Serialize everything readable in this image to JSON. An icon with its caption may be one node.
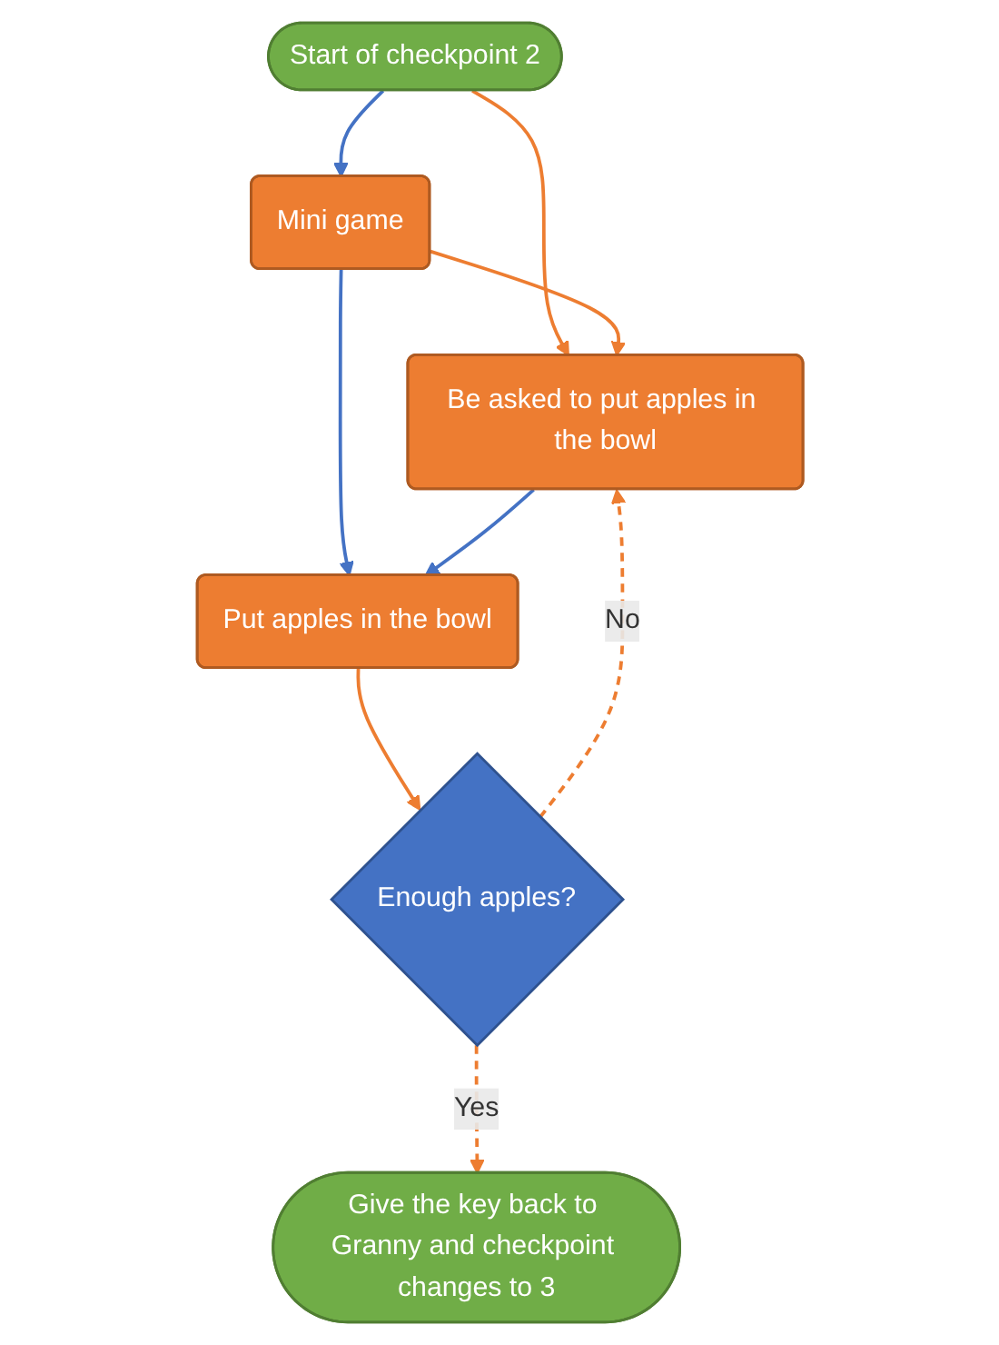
{
  "diagram": {
    "nodes": [
      {
        "text": [
          "Start of checkpoint 2"
        ]
      },
      {
        "text": [
          "Mini game"
        ]
      },
      {
        "text": [
          "Be asked to put apples in the bowl"
        ]
      },
      {
        "text": [
          "Put apples in the bowl"
        ]
      },
      {
        "text": [
          "Enough apples?"
        ]
      },
      {
        "text": [
          "Give the key back to Granny and checkpoint changes to 3"
        ]
      }
    ],
    "edges": [
      {
        "from": 0,
        "to": 1,
        "arrow": "to",
        "color": "#4472c4"
      },
      {
        "from": 0,
        "to": 2,
        "arrow": "to"
      },
      {
        "from": 1,
        "to": 2,
        "arrow": "to"
      },
      {
        "from": 1,
        "to": 3,
        "arrow": "to",
        "color": "#4472c4"
      },
      {
        "from": 2,
        "to": 3,
        "arrow": "to",
        "color": "#4472c4"
      },
      {
        "from": 3,
        "to": 4,
        "arrow": "to"
      },
      {
        "from": 4,
        "to": 2,
        "arrow": "to",
        "label": "No",
        "style": "dashed"
      },
      {
        "from": 4,
        "to": 5,
        "arrow": "to",
        "label": "Yes",
        "style": "dashed"
      }
    ]
  }
}
